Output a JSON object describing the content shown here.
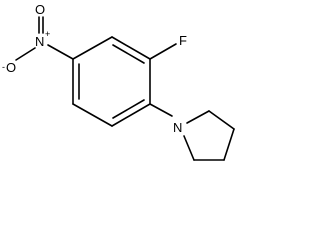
{
  "molecule": {
    "atoms": {
      "fluorine": "F",
      "nitrogen_pyrrolidine": "N",
      "nitrogen_nitro": "N",
      "nitrogen_nitro_charge": "+",
      "oxygen_double": "O",
      "oxygen_single": "O",
      "oxygen_single_charge": "-"
    }
  }
}
